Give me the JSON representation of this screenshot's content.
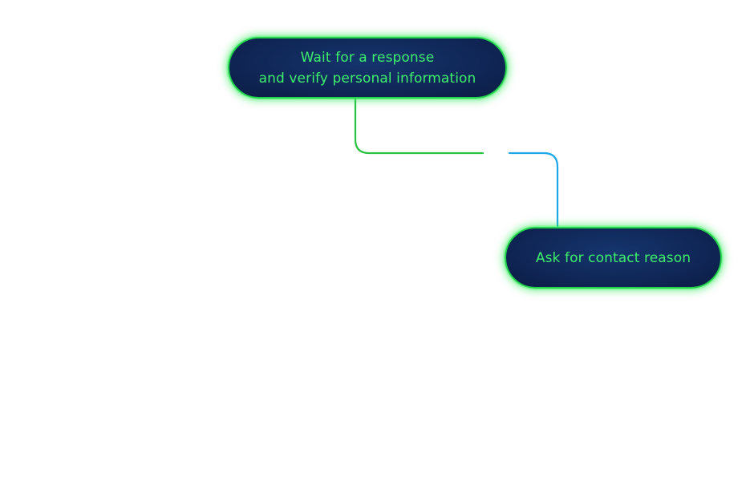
{
  "diagram": {
    "nodes": [
      {
        "id": "verify",
        "lines": [
          "Wait for a response",
          "and verify personal information"
        ]
      },
      {
        "id": "contact",
        "lines": [
          "Ask for contact reason"
        ]
      }
    ],
    "edges": [
      {
        "from": "verify",
        "to": "contact"
      }
    ],
    "colors": {
      "node_border": "#22d44a",
      "node_text": "#3df06a",
      "node_fill": "#112a5c",
      "edge_source": "#27c23f",
      "edge_target": "#1ea7e8"
    }
  }
}
